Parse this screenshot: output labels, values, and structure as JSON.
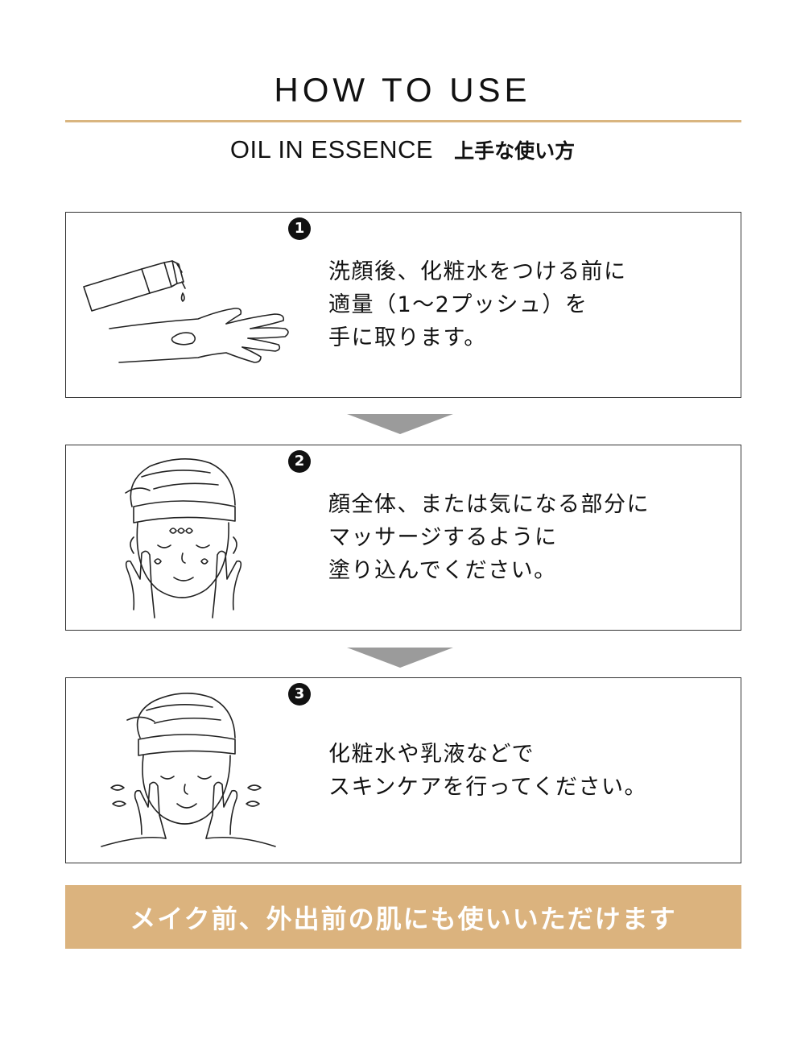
{
  "header": {
    "title": "HOW TO USE",
    "product": "OIL IN ESSENCE",
    "subtitle": "上手な使い方"
  },
  "steps": [
    {
      "number": "1",
      "illustration": "oil-bottle-hand-illustration",
      "lines": [
        "洗顔後、化粧水をつける前に",
        "適量（1〜2プッシュ）を",
        "手に取ります。"
      ]
    },
    {
      "number": "2",
      "illustration": "face-massage-illustration",
      "lines": [
        "顔全体、または気になる部分に",
        "マッサージするように",
        "塗り込んでください。"
      ]
    },
    {
      "number": "3",
      "illustration": "face-skincare-illustration",
      "lines": [
        "化粧水や乳液などで",
        "スキンケアを行ってください。"
      ]
    }
  ],
  "footer_banner": "メイク前、外出前の肌にも使いいただけます",
  "colors": {
    "accent": "#d9b57f",
    "banner": "#dbb37e",
    "arrow": "#9b9b9b",
    "border": "#333333"
  }
}
